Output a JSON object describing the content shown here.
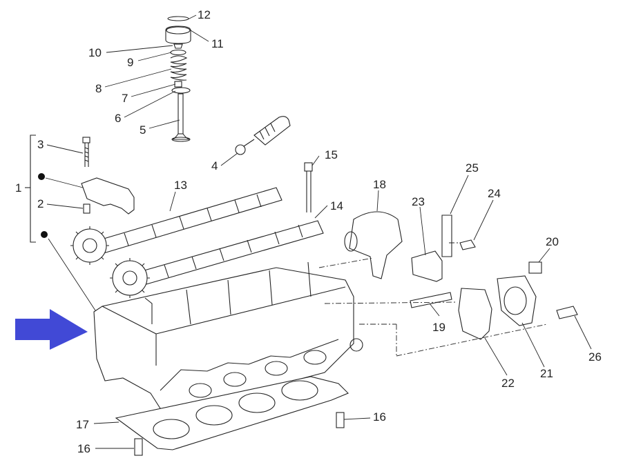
{
  "diagram": {
    "callouts": {
      "c1": "1",
      "c2": "2",
      "c3": "3",
      "c4": "4",
      "c5": "5",
      "c6": "6",
      "c7": "7",
      "c8": "8",
      "c9": "9",
      "c10": "10",
      "c11": "11",
      "c12": "12",
      "c13": "13",
      "c14": "14",
      "c15": "15",
      "c16a": "16",
      "c16b": "16",
      "c17": "17",
      "c18": "18",
      "c19": "19",
      "c20": "20",
      "c21": "21",
      "c22": "22",
      "c23": "23",
      "c24": "24",
      "c25": "25",
      "c26": "26"
    },
    "colors": {
      "line": "#222222",
      "arrow": "#4149d6",
      "fill": "#ffffff",
      "shade": "#d9d9d9"
    },
    "indicator": "blue-arrow-pointing-right"
  }
}
